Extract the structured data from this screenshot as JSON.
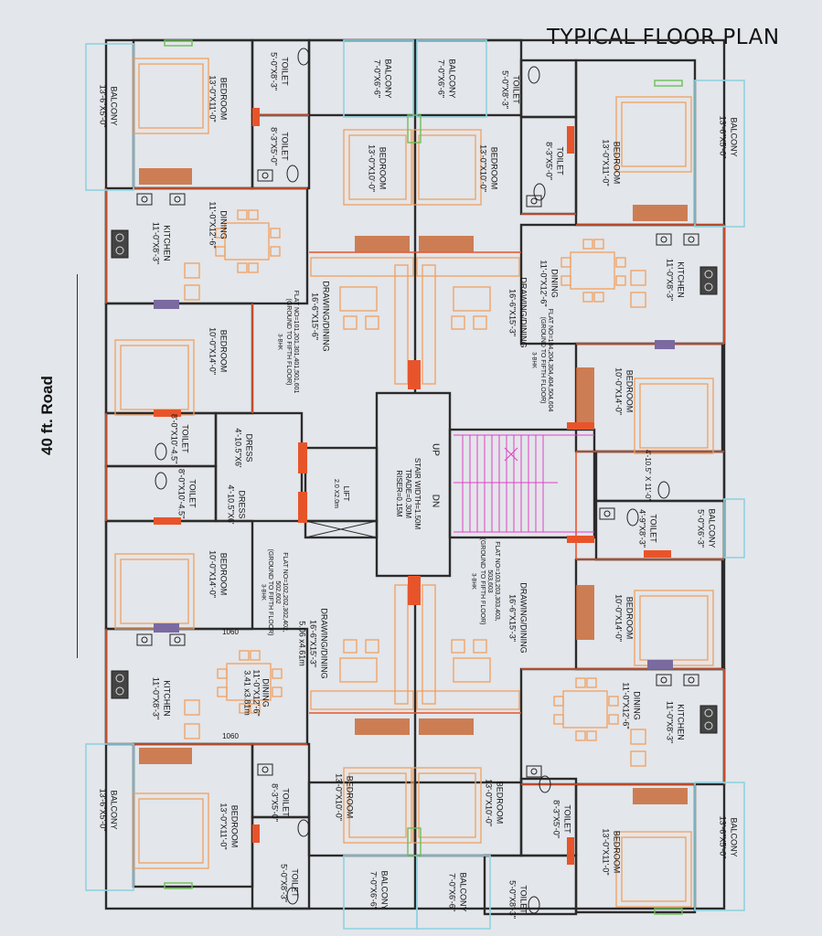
{
  "title": "TYPICAL FLOOR PLAN",
  "road": "40 ft. Road",
  "colors": {
    "wall": "#2b2b2b",
    "accent": "#e8542a",
    "furniture": "#f0a060",
    "balcony": "#8fd3e0",
    "stair": "#e040c8",
    "sliding": "#c96a3a",
    "door": "#7a6aa0",
    "green": "#6dbf59"
  },
  "stair": {
    "up": "UP",
    "dn": "DN",
    "l1": "STAIR WIDTH=1.50M",
    "l2": "TRADE=0.30M",
    "l3": "RISER=0.15M"
  },
  "lift": {
    "l1": "LIFT",
    "l2": "2.0 X2.0m"
  },
  "rooms": {
    "balc_tl_t": "BALCONY",
    "balc_tl_d": "13'-6\"X5'-0\"",
    "bed_tl_t": "BEDROOM",
    "bed_tl_d": "13'-0\"X11'-0\"",
    "toilet_tl1_t": "TOILET",
    "toilet_tl1_d": "5'-0\"X8'-3\"",
    "toilet_tl2_t": "TOILET",
    "toilet_tl2_d": "8'-3\"X5'-0\"",
    "balc_tc_t": "BALCONY",
    "balc_tc_d": "7'-0\"X6'-6\"",
    "bed_tc_t": "BEDROOM",
    "bed_tc_d": "13'-0\"X10'-0\"",
    "kit_l1_t": "KITCHEN",
    "kit_l1_d": "11'-0\"X8'-3\"",
    "din_l1_t": "DINING",
    "din_l1_d": "11'-0\"X12'-6\"",
    "draw_tl_t": "DRAWING/DINING",
    "draw_tl_d": "16'-6\"X15'-6\"",
    "flat_tl_1": "FLAT NO=101,201,301,401,501,601",
    "flat_tl_2": "(GROUND TO FIFTH FLOOR)",
    "flat_tl_3": "3-BHK",
    "bed_l2_t": "BEDROOM",
    "bed_l2_d": "10'-0\"X14'-0\"",
    "toilet_l3_t": "TOILET",
    "toilet_l3_d": "8'-0\"X10'-4.5\"",
    "dress_l1_t": "DRESS",
    "dress_l1_d": "4'-10.5\"X6'",
    "toilet_l4_t": "TOILET",
    "toilet_l4_d": "8'-0\"X10'-4.5\"",
    "dress_l2_t": "DRESS",
    "dress_l2_d": "4'-10.5\"X6'",
    "bed_l3_t": "BEDROOM",
    "bed_l3_d": "10'-0\"X14'-0\"",
    "flat_bl_1": "FLAT NO=102,202,302,402,",
    "flat_bl_2": "502,602",
    "flat_bl_3": "(GROUND TO FIFTH FLOOR)",
    "flat_bl_4": "3-BHK",
    "draw_bl_t": "DRAWING/DINING",
    "draw_bl_d": "16'-6\"X15'-3\"",
    "draw_bl_m": "5.06 x4.61m",
    "din_l2_t": "DINING",
    "din_l2_d": "11'-0\"X12'-6\"",
    "din_l2_m": "3.41 x3.81m",
    "kit_l2_t": "KITCHEN",
    "kit_l2_d": "11'-0\"X8'-3\"",
    "dim_1060a": "1060",
    "dim_1060b": "1060",
    "balc_bl_t": "BALCONY",
    "balc_bl_d": "13'-6\"X5'-0\"",
    "bed_bl_t": "BEDROOM",
    "bed_bl_d": "13'-0\"X11'-0\"",
    "toilet_bl1_t": "TOILET",
    "toilet_bl1_d": "8'-3\"X5'-0\"",
    "toilet_bl2_t": "TOILET",
    "toilet_bl2_d": "5'-0\"X8'-3\"",
    "bed_bc_t": "BEDROOM",
    "bed_bc_d": "13'-0\"X10'-0\"",
    "balc_bc_t": "BALCONY",
    "balc_bc_d": "7'-0\"X6'-6\"",
    "balc_tcr_t": "BALCONY",
    "balc_tcr_d": "7'-0\"X6'-6\"",
    "toilet_tr1_t": "TOILET",
    "toilet_tr1_d": "5'-0\"X8'-3\"",
    "toilet_tr2_t": "TOILET",
    "toilet_tr2_d": "8'-3\"X5'-0\"",
    "bed_tcr_t": "BEDROOM",
    "bed_tcr_d": "13'-0\"X10'-0\"",
    "bed_tr_t": "BEDROOM",
    "bed_tr_d": "13'-0\"X11'-0\"",
    "balc_tr_t": "BALCONY",
    "balc_tr_d": "13'-6\"X5'-0\"",
    "din_r1_t": "DINING",
    "din_r1_d": "11'-0\"X12'-6\"",
    "kit_r1_t": "KITCHEN",
    "kit_r1_d": "11'-0\"X8'-3\"",
    "draw_tr_t": "DRAWING/DINING",
    "draw_tr_d": "16'-6\"X15'-3\"",
    "flat_tr_1": "FLAT NO=104,204,304,404,504,604",
    "flat_tr_2": "(GROUND TO FIFTH FLOOR)",
    "flat_tr_3": "3-BHK",
    "bed_r2_t": "BEDROOM",
    "bed_r2_d": "10'-0\"X14'-0\"",
    "r_small_d": "4'-10.5\" X 11'-0\"",
    "toilet_r3_t": "TOILET",
    "toilet_r3_d": "4'-9\"X8'-3\"",
    "balc_r_t": "BALCONY",
    "balc_r_d": "5'-0\"X6'-3\"",
    "bed_r3_t": "BEDROOM",
    "bed_r3_d": "10'-0\"X14'-0\"",
    "flat_br_1": "FLAT NO=103,203,303,403,",
    "flat_br_2": "503,603",
    "flat_br_3": "(GROUND TO FIFTH FLOOR)",
    "flat_br_4": "3-BHK",
    "draw_br_t": "DRAWING/DINING",
    "draw_br_d": "16'-6\"X15'-3\"",
    "din_r2_t": "DINING",
    "din_r2_d": "11'-0\"X12'-6\"",
    "kit_r2_t": "KITCHEN",
    "kit_r2_d": "11'-0\"X8'-3\"",
    "bed_bcr_t": "BEDROOM",
    "bed_bcr_d": "13'-0\"X10'-0\"",
    "toilet_br1_t": "TOILET",
    "toilet_br1_d": "8'-3\"X5'-0\"",
    "bed_br_t": "BEDROOM",
    "bed_br_d": "13'-0\"X11'-0\"",
    "balc_br_t": "BALCONY",
    "balc_br_d": "13'-6\"X5'-0\"",
    "balc_bcr_t": "BALCONY",
    "balc_bcr_d": "7'-0\"X6'-6\"",
    "toilet_br2_t": "TOILET",
    "toilet_br2_d": "5'-0\"X8'-3\""
  }
}
